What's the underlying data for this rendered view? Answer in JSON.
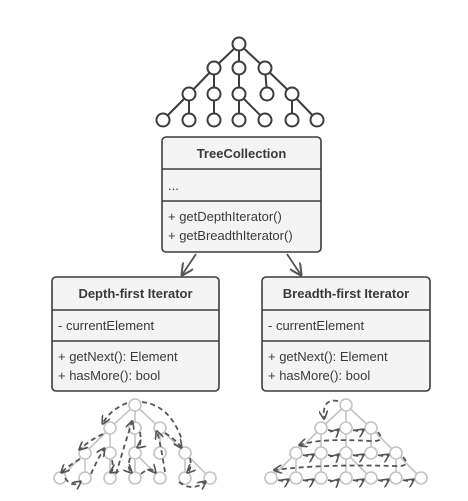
{
  "tree_collection": {
    "name": "TreeCollection",
    "fields": "...",
    "methods": [
      "+ getDepthIterator()",
      "+ getBreadthIterator()"
    ]
  },
  "depth_iterator": {
    "name": "Depth-first Iterator",
    "fields": "- currentElement",
    "methods": [
      "+ getNext(): Element",
      "+ hasMore(): bool"
    ]
  },
  "breadth_iterator": {
    "name": "Breadth-first Iterator",
    "fields": "- currentElement",
    "methods": [
      "+ getNext(): Element",
      "+ hasMore(): bool"
    ]
  }
}
